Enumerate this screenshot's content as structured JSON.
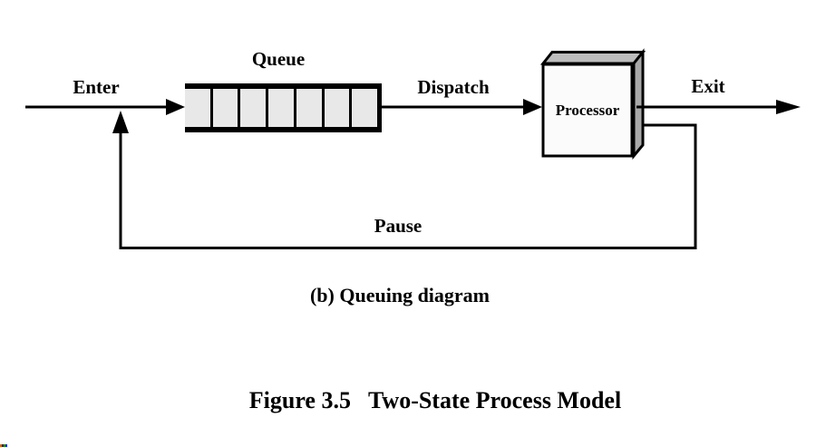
{
  "diagram": {
    "labels": {
      "enter": "Enter",
      "queue": "Queue",
      "dispatch": "Dispatch",
      "processor": "Processor",
      "exit": "Exit",
      "pause": "Pause"
    },
    "queue": {
      "cell_count": 7,
      "fill": "#e8e8e8"
    },
    "processor": {
      "front_fill": "#fbfbfb",
      "top_fill": "#bdbdbd",
      "side_fill": "#a9a9a9"
    },
    "line_color": "#000000"
  },
  "captions": {
    "subcaption": "(b) Queuing diagram",
    "figure": "Figure 3.5   Two-State Process Model"
  }
}
